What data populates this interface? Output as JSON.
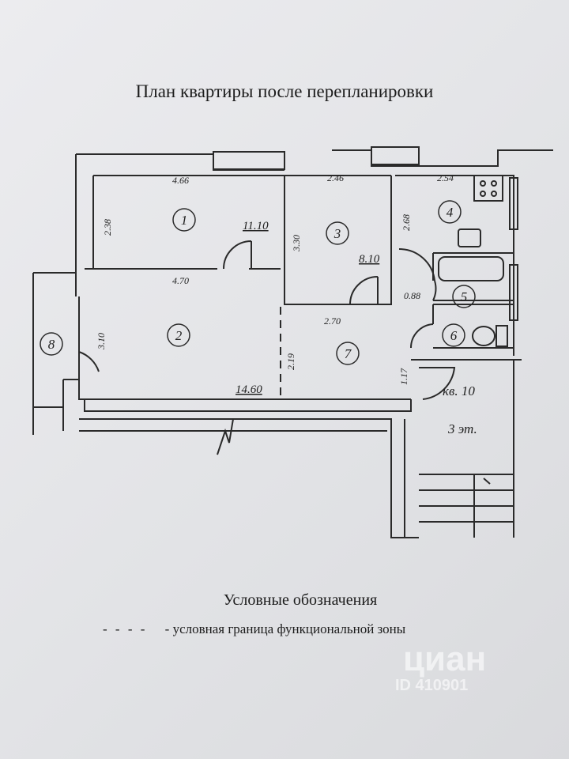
{
  "title": "План квартиры после перепланировки",
  "rooms": [
    {
      "number": "1",
      "area": "11.10"
    },
    {
      "number": "2",
      "area": "14.60"
    },
    {
      "number": "3",
      "area": "8.10"
    },
    {
      "number": "4"
    },
    {
      "number": "5"
    },
    {
      "number": "6"
    },
    {
      "number": "7"
    },
    {
      "number": "8"
    }
  ],
  "dimensions": {
    "r1_width": "4.66",
    "r1_height": "2.38",
    "r2_width": "4.70",
    "r2_height": "3.10",
    "r3_width": "2.46",
    "r3_height": "3.30",
    "r4_width": "2.54",
    "r4_height": "2.68",
    "r7_width": "2.70",
    "r7_height": "2.19",
    "r7_door": "1.17",
    "r5_width": "0.88"
  },
  "apartment": "кв. 10",
  "floor": "3 эт.",
  "legend": {
    "title": "Условные обозначения",
    "dash": "- - - -",
    "item": "-  условная граница функциональной зоны"
  },
  "watermark": {
    "brand": "циан",
    "id": "ID 410901"
  }
}
